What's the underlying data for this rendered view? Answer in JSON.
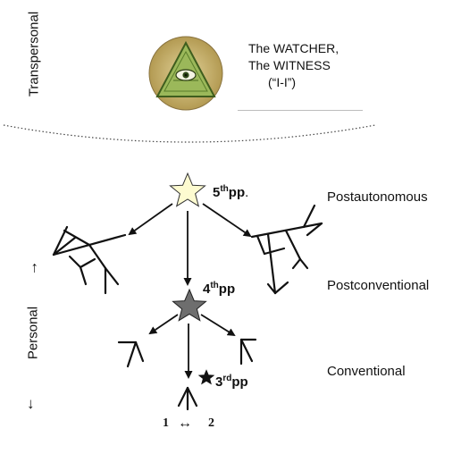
{
  "side_labels": {
    "transpersonal": "Transpersonal",
    "personal": "Personal",
    "arrow_up": "→",
    "arrow_down": "↓"
  },
  "watcher": {
    "line1": "The WATCHER,",
    "line2": "The WITNESS",
    "line3": "(“I-I”)"
  },
  "nodes": {
    "fifth": {
      "num": "5",
      "sup": "th",
      "tail": "pp",
      "dot": "."
    },
    "fourth": {
      "num": "4",
      "sup": "th",
      "tail": "pp"
    },
    "third": {
      "num": "3",
      "sup": "rd",
      "tail": "pp"
    }
  },
  "levels": {
    "postautonomous": "Postautonomous",
    "postconventional": "Postconventional",
    "conventional": "Conventional"
  },
  "bottom": {
    "one": "1",
    "arrow": "↔",
    "two": "2"
  },
  "colors": {
    "star_5th": "#fdfbd0",
    "star_4th": "#6e6e6e",
    "star_3rd": "#111111",
    "eye_green": "#7c9a3c",
    "eye_bg": "#c9b56e"
  }
}
